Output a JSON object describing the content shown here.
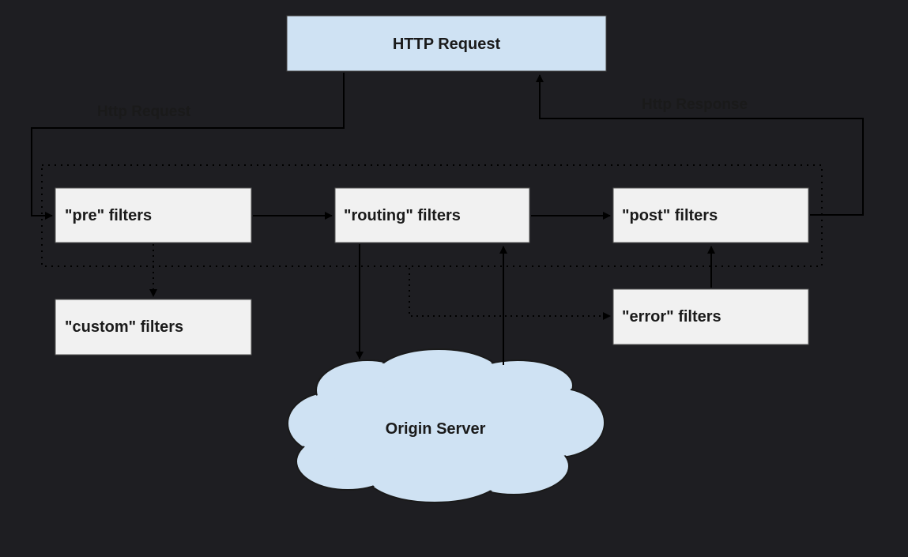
{
  "colors": {
    "background": "#1e1e22",
    "filter_box_fill": "#f1f1f1",
    "request_box_fill": "#cfe2f3",
    "cloud_fill": "#cfe2f3",
    "line": "#000000",
    "text": "#1a1a1a"
  },
  "nodes": {
    "http_request": "HTTP Request",
    "pre_filters": "\"pre\" filters",
    "routing_filters": "\"routing\" filters",
    "post_filters": "\"post\" filters",
    "custom_filters": "\"custom\" filters",
    "error_filters": "\"error\" filters",
    "origin_server": "Origin Server"
  },
  "edges": {
    "request_label": "Http Request",
    "response_label": "Http Response"
  }
}
